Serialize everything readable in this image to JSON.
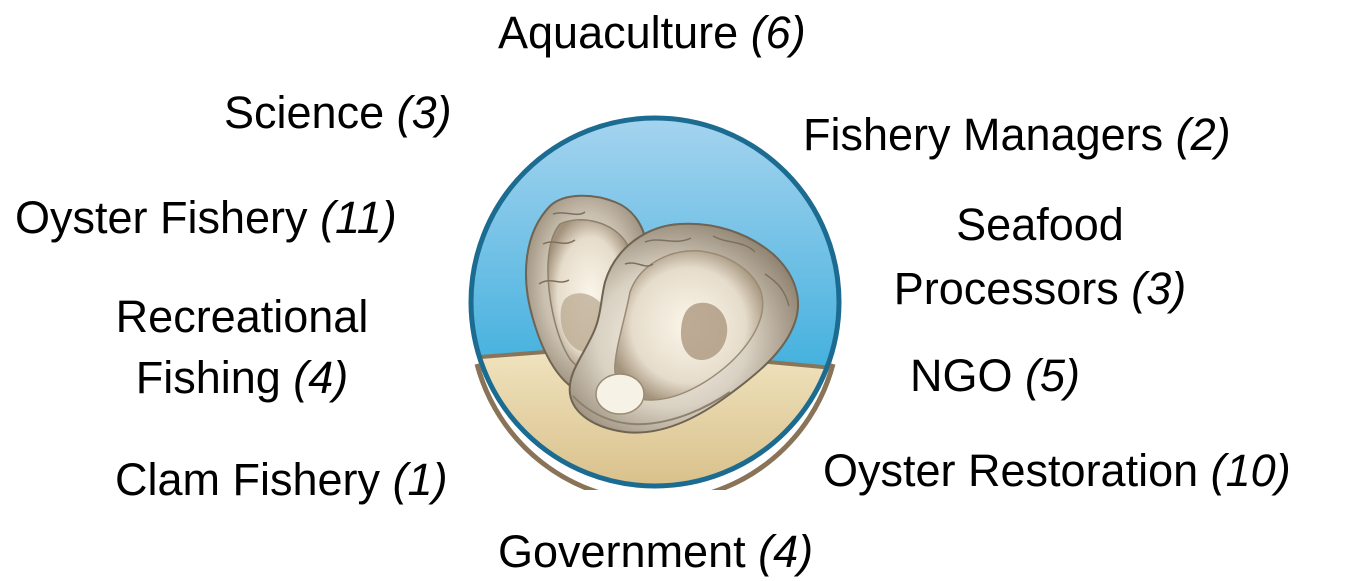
{
  "stakeholders": [
    {
      "id": "aquaculture",
      "name": "Aquaculture",
      "count": "(6)"
    },
    {
      "id": "science",
      "name": "Science",
      "count": "(3)"
    },
    {
      "id": "fishery-managers",
      "name": "Fishery Managers",
      "count": "(2)"
    },
    {
      "id": "oyster-fishery",
      "name": "Oyster Fishery",
      "count": "(11)"
    },
    {
      "id": "seafood-processors",
      "name_line1": "Seafood",
      "name_line2": "Processors",
      "count": "(3)"
    },
    {
      "id": "recreational-fishing",
      "name_line1": "Recreational",
      "name_line2": "Fishing",
      "count": "(4)"
    },
    {
      "id": "ngo",
      "name": "NGO",
      "count": "(5)"
    },
    {
      "id": "clam-fishery",
      "name": "Clam Fishery",
      "count": "(1)"
    },
    {
      "id": "oyster-restoration",
      "name": "Oyster Restoration",
      "count": "(10)"
    },
    {
      "id": "government",
      "name": "Government",
      "count": "(4)"
    }
  ],
  "emblem": {
    "icon": "oyster-icon",
    "colors": {
      "water_top": "#9fd0ee",
      "water_bottom": "#1aa3d8",
      "sand": "#e8d7ad",
      "border": "#1c6c92",
      "sand_border": "#8a7458"
    }
  }
}
